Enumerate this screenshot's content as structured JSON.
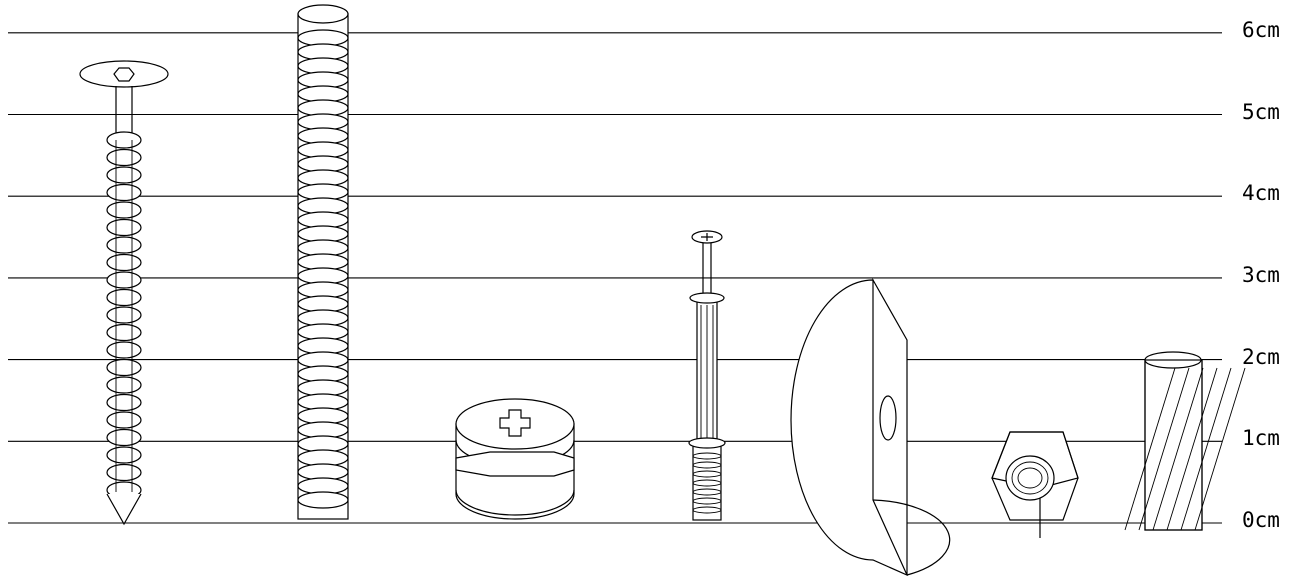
{
  "scale": {
    "unit": "cm",
    "labels": [
      "0cm",
      "1cm",
      "2cm",
      "3cm",
      "4cm",
      "5cm",
      "6cm"
    ]
  },
  "objects": [
    {
      "name": "wood-screw",
      "depicts": "screw with hex socket head"
    },
    {
      "name": "threaded-rod",
      "depicts": "cylindrical threaded rod"
    },
    {
      "name": "cam-lock-barrel",
      "depicts": "cam lock connector with cross slot"
    },
    {
      "name": "expansion-anchor",
      "depicts": "drywall expansion anchor with screw"
    },
    {
      "name": "countersunk-washer",
      "depicts": "semicircular countersunk washer"
    },
    {
      "name": "hex-nut",
      "depicts": "hex nut"
    },
    {
      "name": "threaded-dowel",
      "depicts": "threaded dowel insert"
    }
  ],
  "colors": {
    "ink": "#000000",
    "background": "#ffffff"
  }
}
